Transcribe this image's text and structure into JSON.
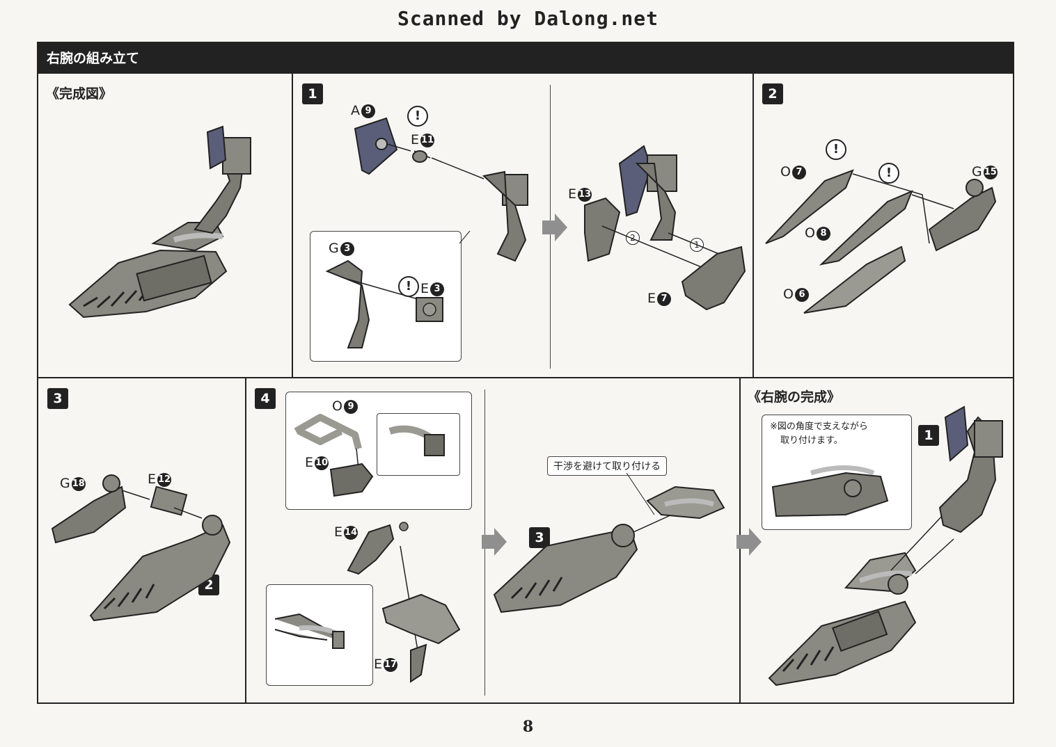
{
  "scan_credit": "Scanned by Dalong.net",
  "header_title": "右腕の組み立て",
  "completed_figure_label": "《完成図》",
  "final_label": "《右腕の完成》",
  "page_number": "8",
  "steps": [
    "1",
    "2",
    "3",
    "4"
  ],
  "parts": {
    "a9": {
      "letter": "A",
      "num": "9"
    },
    "e11": {
      "letter": "E",
      "num": "11"
    },
    "g3": {
      "letter": "G",
      "num": "3"
    },
    "e3": {
      "letter": "E",
      "num": "3"
    },
    "e13": {
      "letter": "E",
      "num": "13"
    },
    "e7": {
      "letter": "E",
      "num": "7"
    },
    "o7": {
      "letter": "O",
      "num": "7"
    },
    "o8": {
      "letter": "O",
      "num": "8"
    },
    "o6": {
      "letter": "O",
      "num": "6"
    },
    "g15": {
      "letter": "G",
      "num": "15"
    },
    "g18": {
      "letter": "G",
      "num": "18"
    },
    "e12": {
      "letter": "E",
      "num": "12"
    },
    "o9": {
      "letter": "O",
      "num": "9"
    },
    "e10": {
      "letter": "E",
      "num": "10"
    },
    "e14": {
      "letter": "E",
      "num": "14"
    },
    "e17": {
      "letter": "E",
      "num": "17"
    }
  },
  "order_marks": [
    "1",
    "2"
  ],
  "warning_mark": "!",
  "interference_note": "干渉を避けて取り付ける",
  "angle_note_line1": "※図の角度で支えながら",
  "angle_note_line2": "取り付けます。",
  "sub_markers": {
    "step3_sub": "2",
    "step4_sub": "3",
    "final_sub": "1"
  }
}
